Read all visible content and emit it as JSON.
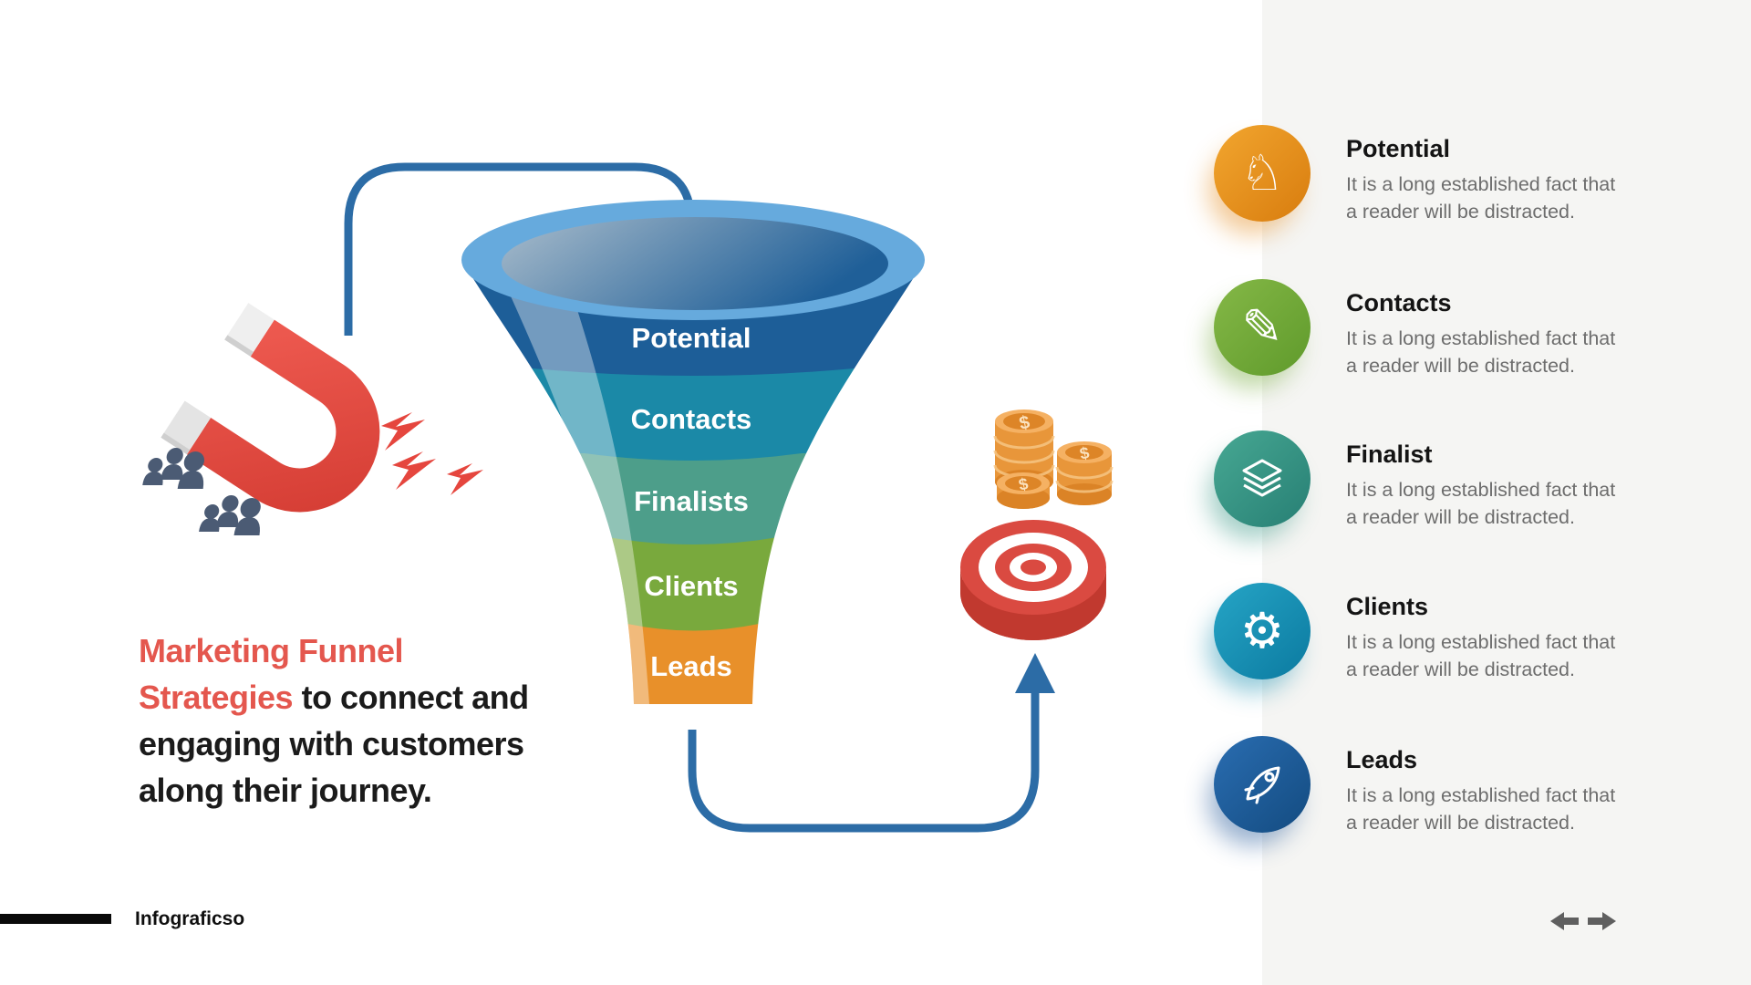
{
  "headline": {
    "accent_line1": "Marketing Funnel",
    "accent_word": "Strategies",
    "line2_rest": " to connect and",
    "line3": "engaging with customers",
    "line4": "along their journey."
  },
  "funnel": {
    "stages": [
      {
        "label": "Potential",
        "color": "#1d5e98"
      },
      {
        "label": "Contacts",
        "color": "#1b89a7"
      },
      {
        "label": "Finalists",
        "color": "#4d9e8a"
      },
      {
        "label": "Clients",
        "color": "#79a93d"
      },
      {
        "label": "Leads",
        "color": "#e8902a"
      }
    ],
    "rim_color": "#66aadd",
    "arrow_color": "#2c6ca6"
  },
  "sidebar": {
    "items": [
      {
        "title": "Potential",
        "description": "It is a long established fact that a reader will be distracted.",
        "icon": "chess-knight-icon",
        "icon_glyph": "♘",
        "color": "#e89122"
      },
      {
        "title": "Contacts",
        "description": "It is a long established fact that a reader will be distracted.",
        "icon": "pencil-ruler-icon",
        "icon_glyph": "✎",
        "color": "#76ac3c"
      },
      {
        "title": "Finalist",
        "description": "It is a long established fact that a reader will be distracted.",
        "icon": "layers-icon",
        "icon_glyph": "",
        "color": "#3b9c89"
      },
      {
        "title": "Clients",
        "description": "It is a long established fact that a reader will be distracted.",
        "icon": "gear-icon",
        "icon_glyph": "⚙",
        "color": "#1593b4"
      },
      {
        "title": "Leads",
        "description": "It is a long established fact that a reader will be distracted.",
        "icon": "rocket-icon",
        "icon_glyph": "",
        "color": "#1d5a9b"
      }
    ]
  },
  "footer": {
    "brand": "Infograficso"
  },
  "nav": {
    "prev_icon": "arrow-left",
    "next_icon": "arrow-right",
    "arrow_color": "#5f5f5f"
  },
  "accent_colors": {
    "headline_red": "#e4574e",
    "magnet_red": "#e8463d",
    "people_slate": "#4b5b74",
    "coin_orange": "#e8963a",
    "target_red": "#da4a41"
  }
}
